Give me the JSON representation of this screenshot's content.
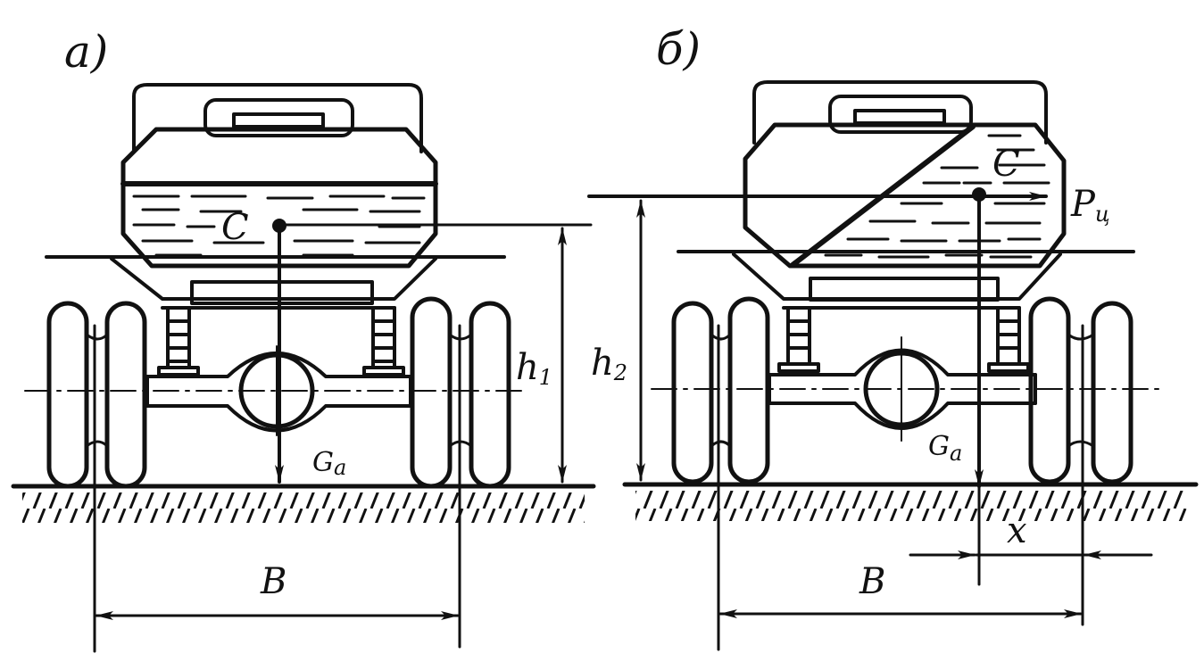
{
  "colors": {
    "ink": "#111111",
    "paper": "#ffffff"
  },
  "panels": [
    {
      "id": "a",
      "panel_label": "а)",
      "cg_label": "C",
      "weight_label": {
        "main": "G",
        "sub": "a"
      },
      "height_label": {
        "main": "h",
        "sub": "1"
      },
      "track_label": "B"
    },
    {
      "id": "b",
      "panel_label": "б)",
      "cg_label": "C",
      "weight_label": {
        "main": "G",
        "sub": "a"
      },
      "height_label": {
        "main": "h",
        "sub": "2"
      },
      "force_label": {
        "main": "P",
        "sub": "ц"
      },
      "track_label": "B",
      "offset_label": "x"
    }
  ]
}
